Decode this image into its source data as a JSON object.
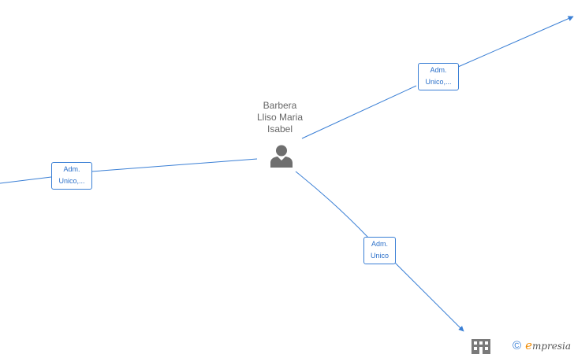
{
  "person": {
    "name_lines": [
      "Barbera",
      "Lliso Maria",
      "Isabel"
    ],
    "icon": "person-icon"
  },
  "edges": [
    {
      "id": "top-right",
      "label_lines": [
        "Adm.",
        "Unico,..."
      ]
    },
    {
      "id": "left",
      "label_lines": [
        "Adm.",
        "Unico,..."
      ]
    },
    {
      "id": "bottom",
      "label_lines": [
        "Adm.",
        "Unico"
      ]
    }
  ],
  "company_node": {
    "icon": "building-icon"
  },
  "watermark": {
    "copyright_symbol": "©",
    "brand_initial": "e",
    "brand_rest": "mpresia"
  },
  "colors": {
    "edge": "#3a7fd5",
    "label_text": "#2a6fc9",
    "node_icon": "#6f6f6f",
    "name_text": "#666666"
  }
}
